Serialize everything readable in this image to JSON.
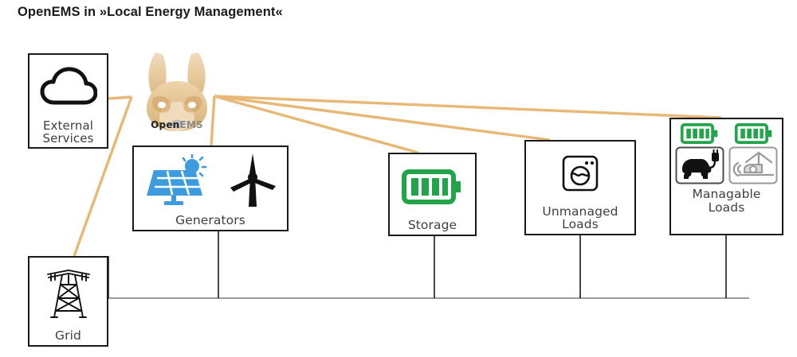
{
  "page": {
    "title": "OpenEMS in »Local Energy Management«",
    "background": "#ffffff"
  },
  "colors": {
    "connector_line": "#e8b877",
    "box_border": "#1a1a1a",
    "label_text": "#3f3f3f",
    "title_text": "#1a1a1a",
    "battery_green": "#22a44a",
    "solar_blue": "#3e9bdd",
    "turbine_black": "#111111",
    "heatpump_gray": "#9a9a9a",
    "bus_line": "#7a7a7a",
    "logo_tan": "#e0bb83"
  },
  "logo": {
    "name": "openems-logo",
    "icon": "fennec-fox-head-icon",
    "word_part_1": "Open",
    "word_part_2": "EMS"
  },
  "nodes": [
    {
      "id": "external-services",
      "label": "External\nServices",
      "icons": [
        "cloud-icon"
      ]
    },
    {
      "id": "generators",
      "label": "Generators",
      "icons": [
        "solar-panel-icon",
        "wind-turbine-icon"
      ]
    },
    {
      "id": "storage",
      "label": "Storage",
      "icons": [
        "battery-icon"
      ]
    },
    {
      "id": "unmanaged-loads",
      "label": "Unmanaged\nLoads",
      "icons": [
        "washing-machine-icon"
      ]
    },
    {
      "id": "managable-loads",
      "label": "Managable\nLoads",
      "icons": [
        "battery-icon",
        "battery-icon",
        "electric-car-charging-icon",
        "heat-pump-icon"
      ]
    },
    {
      "id": "grid",
      "label": "Grid",
      "icons": [
        "transmission-tower-icon"
      ]
    }
  ],
  "connections": {
    "control_links": [
      {
        "from": "openems",
        "to": "external-services"
      },
      {
        "from": "openems",
        "to": "grid"
      },
      {
        "from": "openems",
        "to": "generators"
      },
      {
        "from": "openems",
        "to": "storage"
      },
      {
        "from": "openems",
        "to": "unmanaged-loads"
      },
      {
        "from": "openems",
        "to": "managable-loads"
      }
    ],
    "power_bus_links": [
      {
        "from": "grid",
        "to": "power-bus"
      },
      {
        "from": "generators",
        "to": "power-bus"
      },
      {
        "from": "storage",
        "to": "power-bus"
      },
      {
        "from": "unmanaged-loads",
        "to": "power-bus"
      },
      {
        "from": "managable-loads",
        "to": "power-bus"
      }
    ]
  }
}
